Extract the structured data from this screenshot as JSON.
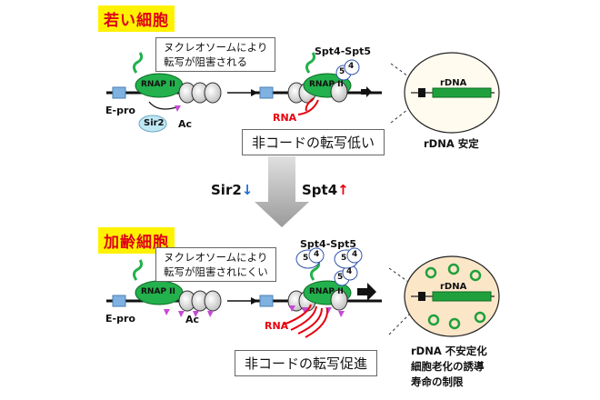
{
  "young": {
    "badge": "若い細胞",
    "note_line1": "ヌクレオソームにより",
    "note_line2": "転写が阻害される",
    "spt_label": "Spt4-Spt5",
    "epro": "E-pro",
    "rnap": "RNAP II",
    "sir2": "Sir2",
    "ac": "Ac",
    "rna": "RNA",
    "caption": "非コードの転写低い",
    "rdna_label": "rDNA",
    "rdna_state": "rDNA 安定"
  },
  "transition": {
    "sir2": "Sir2",
    "sir2_arrow": "↓",
    "spt4": "Spt4",
    "spt4_arrow": "↑"
  },
  "aged": {
    "badge": "加齢細胞",
    "note_line1": "ヌクレオソームにより",
    "note_line2": "転写が阻害されにくい",
    "spt_label": "Spt4-Spt5",
    "epro": "E-pro",
    "rnap": "RNAP II",
    "ac": "Ac",
    "rna": "RNA",
    "caption": "非コードの転写促進",
    "rdna_label": "rDNA",
    "outcome_line1": "rDNA 不安定化",
    "outcome_line2": "細胞老化の誘導",
    "outcome_line3": "寿命の制限"
  },
  "factor_digits": {
    "five": "5",
    "four": "4"
  },
  "colors": {
    "rnap_green": "#22b14c",
    "rna_red": "#e8000d",
    "epro_blue": "#7fb2e0",
    "sir2_cyan": "#bfe8f5",
    "cell_fill": "#fbe6c8",
    "ac_magenta": "#c64ad6",
    "down_blue": "#1f6fd1",
    "up_red": "#e8000d",
    "badge_yellow": "#fff200"
  }
}
